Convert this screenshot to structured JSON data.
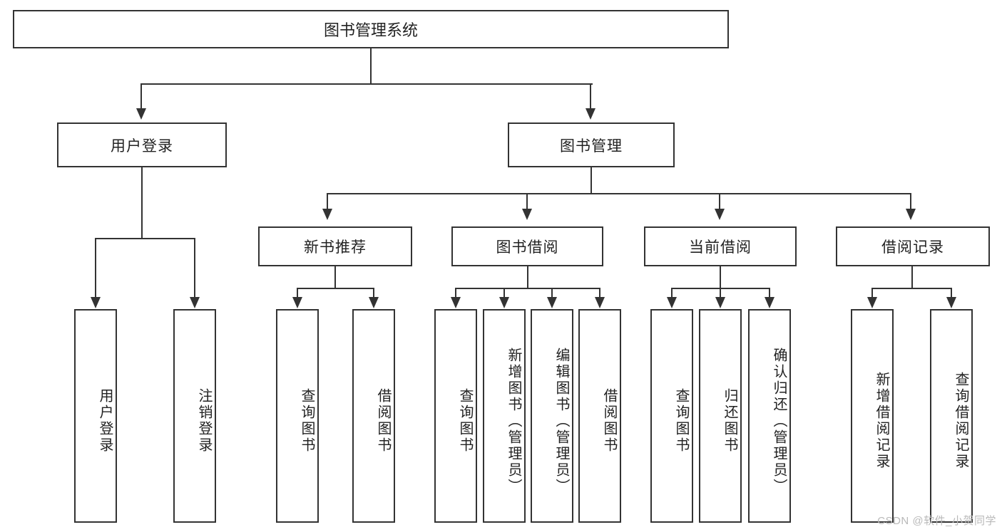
{
  "diagram": {
    "type": "tree",
    "title": "图书管理系统",
    "watermark": "CSDN @软件_小贺同学",
    "colors": {
      "stroke": "#333333",
      "fill": "#ffffff",
      "text": "#222222",
      "watermark": "#b9b9b9"
    },
    "nodes": {
      "root": "图书管理系统",
      "level2": [
        "用户登录",
        "图书管理"
      ],
      "level3": [
        "新书推荐",
        "图书借阅",
        "当前借阅",
        "借阅记录"
      ],
      "leaves": [
        "用户登录",
        "注销登录",
        "查询图书",
        "借阅图书",
        "查询图书",
        "新增图书（管理员）",
        "编辑图书（管理员）",
        "借阅图书",
        "查询图书",
        "归还图书",
        "确认归还（管理员）",
        "新增借阅记录",
        "查询借阅记录"
      ]
    }
  }
}
